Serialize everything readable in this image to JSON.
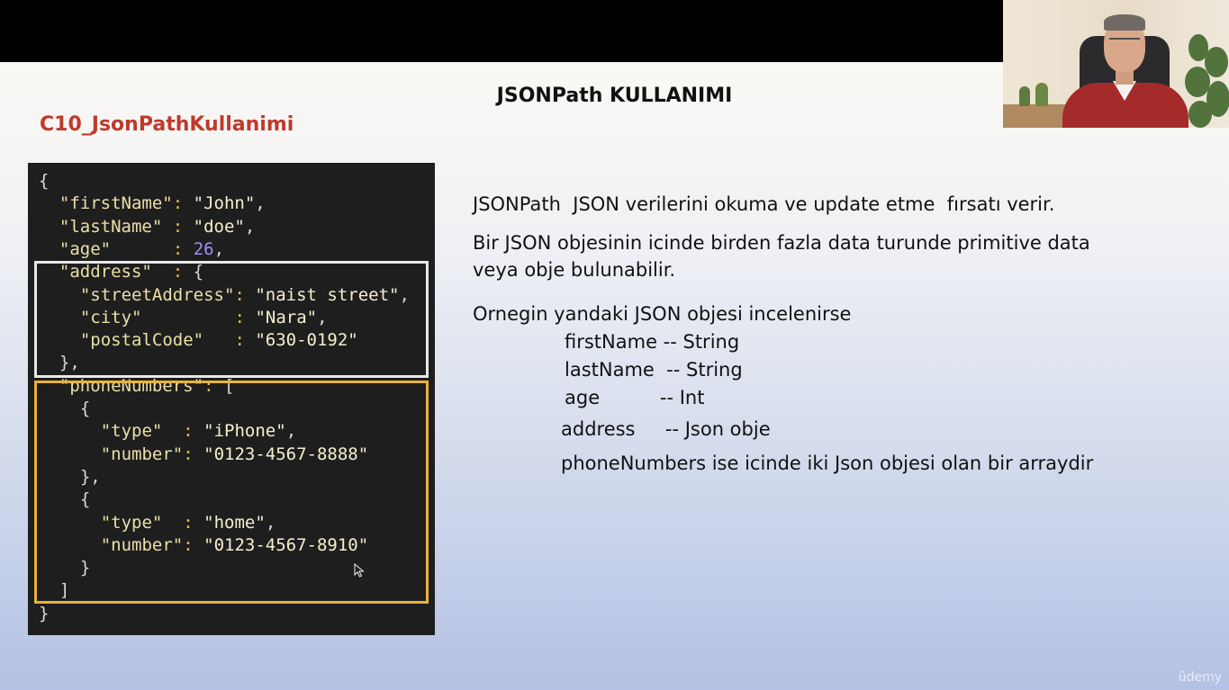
{
  "slide": {
    "title": "JSONPath KULLANIMI",
    "file_label": "C10_JsonPathKullanimi"
  },
  "code": {
    "lines": [
      "{",
      "  \"firstName\": \"John\",",
      "  \"lastName\" : \"doe\",",
      "  \"age\"      : 26,",
      "  \"address\"  : {",
      "    \"streetAddress\": \"naist street\",",
      "    \"city\"         : \"Nara\",",
      "    \"postalCode\"   : \"630-0192\"",
      "  },",
      "  \"phoneNumbers\": [",
      "    {",
      "      \"type\"  : \"iPhone\",",
      "      \"number\": \"0123-4567-8888\"",
      "    },",
      "    {",
      "      \"type\"  : \"home\",",
      "      \"number\": \"0123-4567-8910\"",
      "    }",
      "  ]",
      "}"
    ]
  },
  "description": {
    "line1": "JSONPath  JSON verilerini okuma ve update etme  fırsatı verir.",
    "line2a": "Bir JSON objesinin icinde birden fazla data turunde primitive data",
    "line2b": "veya obje bulunabilir.",
    "line3": "Ornegin yandaki JSON objesi incelenirse",
    "fields": [
      {
        "label": "firstName -- String"
      },
      {
        "label": "lastName  -- String"
      },
      {
        "label": "age          -- Int"
      },
      {
        "label": "address     -- Json obje"
      },
      {
        "label": "phoneNumbers ise icinde iki Json objesi olan bir arraydir"
      }
    ]
  },
  "watermark": "ûdemy",
  "colors": {
    "title_red": "#c0392b",
    "code_bg": "#1e1e1e",
    "highlight_white": "#e8e8e8",
    "highlight_yellow": "#e8b23a"
  }
}
